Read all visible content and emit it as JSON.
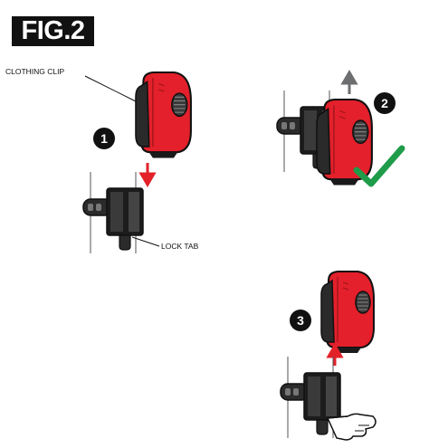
{
  "figure": {
    "title": "FIG.2"
  },
  "callouts": {
    "clothing_clip": "CLOTHING CLIP",
    "lock_tab": "LOCK TAB"
  },
  "steps": [
    {
      "number": "1"
    },
    {
      "number": "2"
    },
    {
      "number": "3"
    }
  ],
  "colors": {
    "device_red": "#e3202b",
    "device_dark": "#1a1a1a",
    "arrow_red": "#e22128",
    "arrow_grey": "#6d6e70",
    "check_green": "#1f9c4a"
  },
  "icons": [
    "red-down-arrow-icon",
    "grey-up-arrow-icon",
    "red-up-arrow-icon",
    "green-checkmark-icon",
    "pointing-hand-icon"
  ]
}
